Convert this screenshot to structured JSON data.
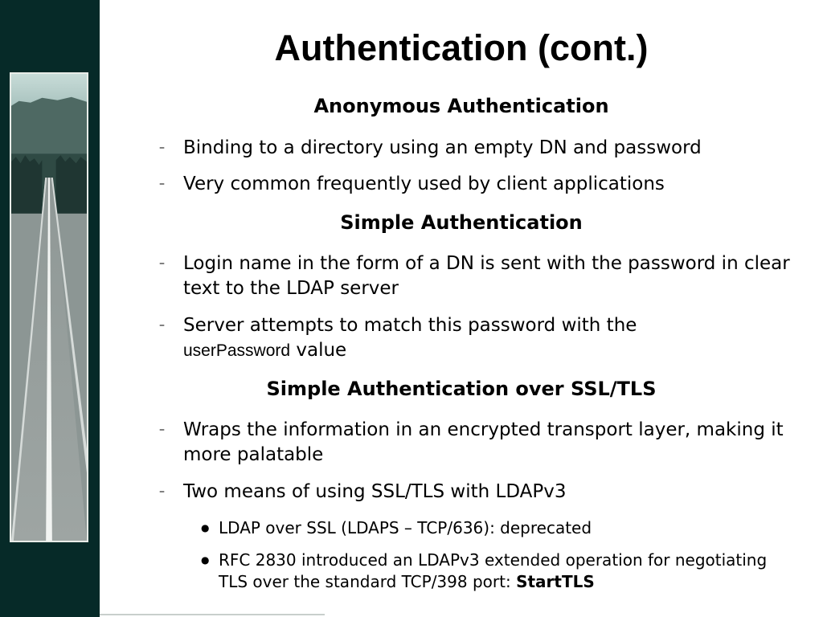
{
  "slide": {
    "title": "Authentication (cont.)",
    "sections": [
      {
        "heading": "Anonymous Authentication",
        "items": [
          "Binding to a directory using an empty DN and password",
          "Very common frequently used by client applications"
        ]
      },
      {
        "heading": "Simple Authentication",
        "items": [
          "Login name in the form of a DN is sent with the password in clear text to the LDAP server",
          {
            "text": "Server attempts to match this password with the",
            "attribute": "userPassword",
            "suffix": "value"
          }
        ]
      },
      {
        "heading": "Simple Authentication over SSL/TLS",
        "items": [
          "Wraps the information in an encrypted transport layer, making it more palatable",
          "Two means of using SSL/TLS with LDAPv3"
        ],
        "subitems": [
          "LDAP over SSL (LDAPS – TCP/636): deprecated",
          {
            "text": "RFC 2830 introduced an LDAPv3 extended operation for negotiating TLS over the standard TCP/398 port:",
            "emphasis": "StartTLS"
          }
        ]
      }
    ]
  },
  "markers": {
    "dash": "–",
    "bullet": "●"
  },
  "colors": {
    "sidebar": "#062a28",
    "frame": "#e8ece8"
  }
}
